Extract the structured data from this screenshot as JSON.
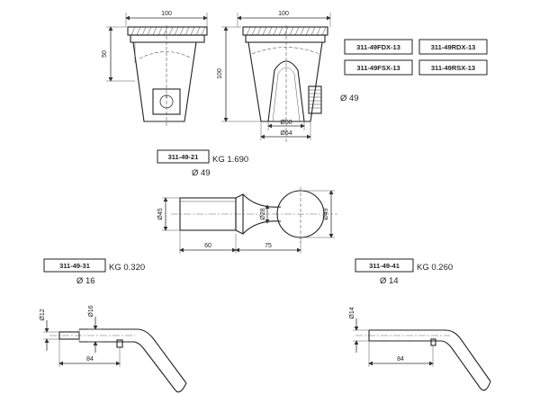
{
  "drawing": {
    "top_views": {
      "width_dim_left": "100",
      "width_dim_right": "100",
      "height_dim_50": "50",
      "height_dim_100": "100",
      "dia_50": "Ø50",
      "dia_64": "Ø64",
      "side_dia": "Ø 49"
    },
    "model_codes": [
      "311-49FDX-13",
      "311-49RDX-13",
      "311-49FSX-13",
      "311-49RSX-13"
    ],
    "pin_21": {
      "code": "311-49-21",
      "weight": "KG 1.690",
      "diameter": "Ø 49",
      "dim_45": "Ø45",
      "dim_28": "Ø28",
      "dim_49": "Ø49",
      "len_60": "60",
      "len_75": "75"
    },
    "pin_31": {
      "code": "311-49-31",
      "weight": "KG 0.320",
      "diameter": "Ø 16",
      "dim_12": "Ø12",
      "dim_16": "Ø16",
      "len_84": "84"
    },
    "pin_41": {
      "code": "311-49-41",
      "weight": "KG 0.260",
      "diameter": "Ø 14",
      "dim_14": "Ø14",
      "len_84": "84"
    }
  }
}
